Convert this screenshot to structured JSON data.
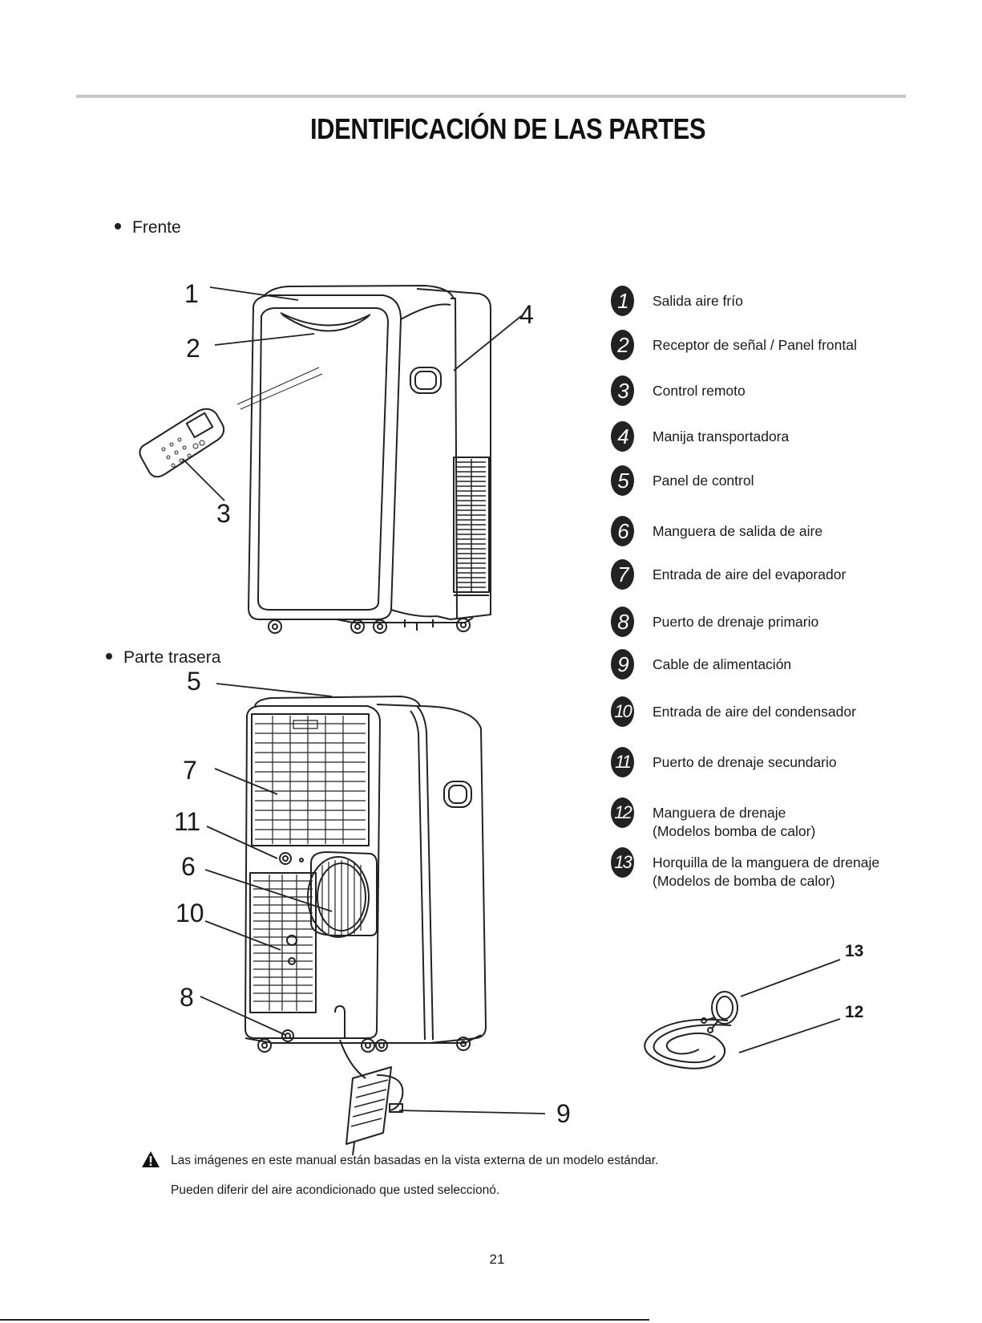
{
  "title": "IDENTIFICACIÓN DE LAS PARTES",
  "sections": {
    "front": "Frente",
    "back": "Parte trasera"
  },
  "callouts": {
    "c1": "1",
    "c2": "2",
    "c3": "3",
    "c4": "4",
    "c5": "5",
    "c6": "6",
    "c7": "7",
    "c8": "8",
    "c9": "9",
    "c10": "10",
    "c11": "11",
    "c12": "12",
    "c13": "13"
  },
  "legend": [
    {
      "number": "1",
      "text": "Salida aire frío"
    },
    {
      "number": "2",
      "text": "Receptor de señal / Panel frontal"
    },
    {
      "number": "3",
      "text": "Control remoto"
    },
    {
      "number": "4",
      "text": "Manija transportadora"
    },
    {
      "number": "5",
      "text": "Panel de control"
    },
    {
      "number": "6",
      "text": "Manguera de salida de aire"
    },
    {
      "number": "7",
      "text": "Entrada de aire del evaporador"
    },
    {
      "number": "8",
      "text": "Puerto de drenaje primario"
    },
    {
      "number": "9",
      "text": "Cable de alimentación"
    },
    {
      "number": "10",
      "text": "Entrada de aire del condensador"
    },
    {
      "number": "11",
      "text": "Puerto de drenaje secundario"
    },
    {
      "number": "12",
      "text": "Manguera de drenaje",
      "text2": "(Modelos bomba de calor)"
    },
    {
      "number": "13",
      "text": "Horquilla de la manguera de drenaje",
      "text2": "(Modelos de bomba de calor)"
    }
  ],
  "note": {
    "line1": "Las imágenes en este manual están basadas en la vista externa de un modelo estándar.",
    "line2": "Pueden diferir del aire acondicionado que usted seleccionó."
  },
  "page_number": "21"
}
